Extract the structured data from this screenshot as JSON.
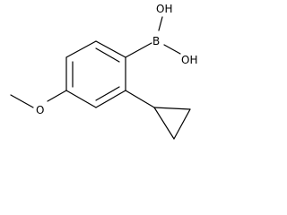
{
  "molecule": {
    "atoms": {
      "boron": "B",
      "hydroxyl_top": "OH",
      "hydroxyl_right": "OH",
      "ether_oxygen": "O"
    }
  },
  "colors": {
    "background": "#ffffff",
    "bonds": "#000000",
    "labels": "#000000"
  }
}
